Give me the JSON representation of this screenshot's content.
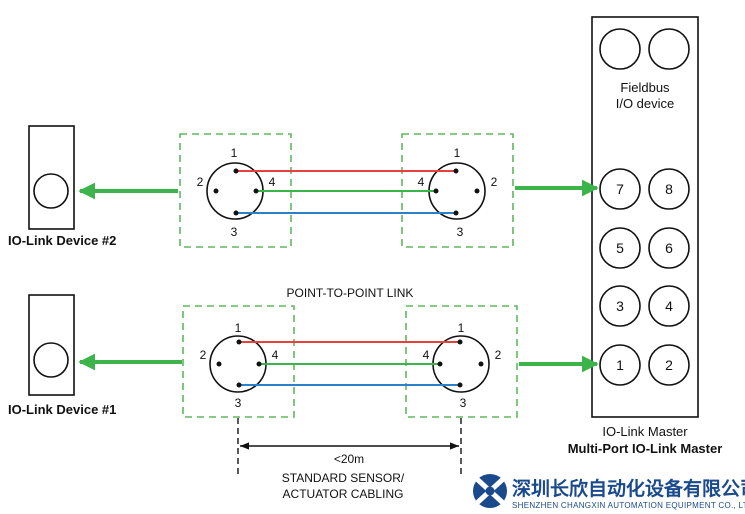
{
  "master": {
    "fieldbus_label_line1": "Fieldbus",
    "fieldbus_label_line2": "I/O device",
    "ports": [
      "7",
      "8",
      "5",
      "6",
      "3",
      "4",
      "1",
      "2"
    ],
    "label": "IO-Link Master",
    "caption": "Multi-Port IO-Link Master"
  },
  "devices": {
    "device2": "IO-Link Device #2",
    "device1": "IO-Link Device #1"
  },
  "connector_pins": {
    "pin1": "1",
    "pin2": "2",
    "pin3": "3",
    "pin4": "4"
  },
  "link_label": "POINT-TO-POINT LINK",
  "distance_label": "<20m",
  "cabling_label_line1": "STANDARD SENSOR/",
  "cabling_label_line2": "ACTUATOR CABLING",
  "watermark": {
    "company_cn": "深圳长欣自动化设备有限公司",
    "company_en": "SHENZHEN CHANGXIN AUTOMATION EQUIPMENT CO., LTD"
  },
  "colors": {
    "arrow_green": "#3cb44b",
    "dashed_green": "#5fb85f",
    "wire_red": "#e8403a",
    "wire_green": "#39b54a",
    "wire_blue": "#2c7fc9",
    "logo_blue": "#1b4a8c"
  }
}
